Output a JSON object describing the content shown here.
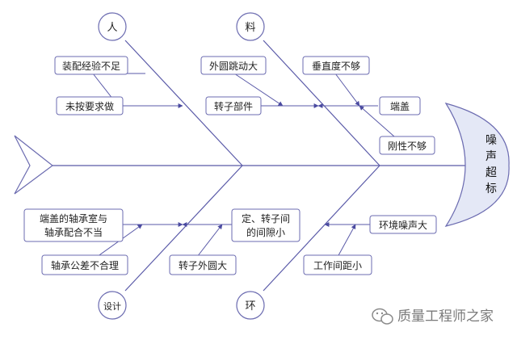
{
  "effect": [
    "噪",
    "声",
    "超",
    "标"
  ],
  "categories": {
    "people": "人",
    "material": "料",
    "design": "设计",
    "environment": "环"
  },
  "causes": {
    "assembly_experience": "装配经验不足",
    "not_as_required": "未按要求做",
    "outer_runout": "外圆跳动大",
    "rotor_part": "转子部件",
    "verticality": "垂直度不够",
    "end_cap": "端盖",
    "rigidity": "刚性不够",
    "bearing_fit_line1": "端盖的轴承室与",
    "bearing_fit_line2": "轴承配合不当",
    "bearing_tolerance": "轴承公差不合理",
    "stator_gap_line1": "定、转子间",
    "stator_gap_line2": "的间隙小",
    "rotor_outer_dia": "转子外圆大",
    "env_noise": "环境噪声大",
    "work_spacing": "工作间距小"
  },
  "watermark": {
    "icon": "wechat-icon",
    "text": "质量工程师之家"
  },
  "colors": {
    "line": "#5a5aa8",
    "box_border": "#6b6bb0",
    "head_fill": "#e4e8f6"
  }
}
